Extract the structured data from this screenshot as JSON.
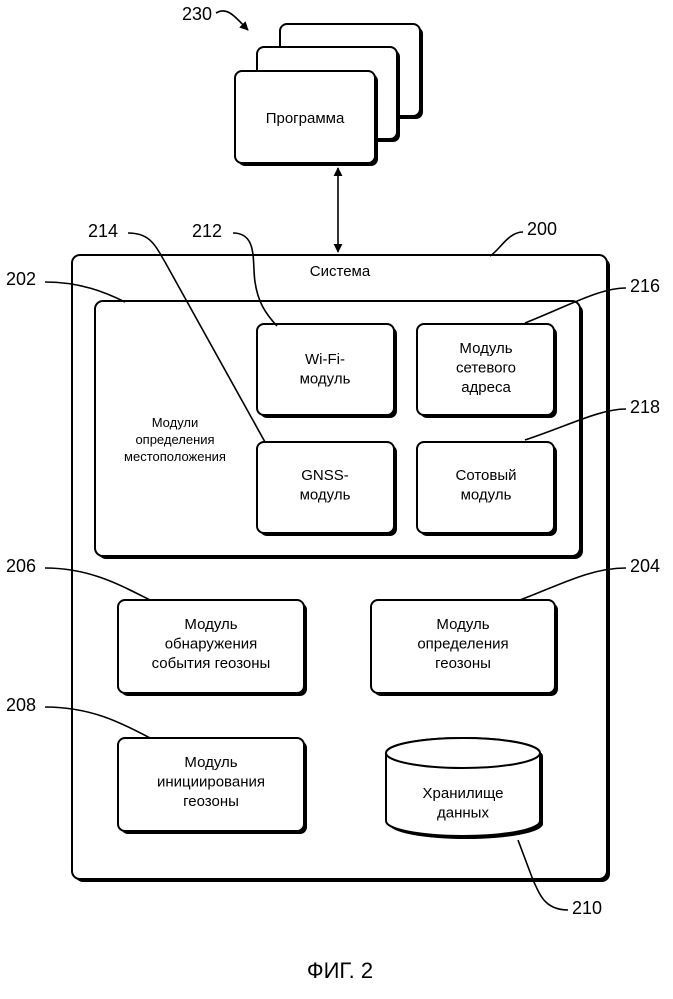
{
  "program": {
    "label": [
      "Программа"
    ],
    "ref": "230"
  },
  "system": {
    "label": "Система",
    "ref": "200"
  },
  "location_modules": {
    "label": [
      "Модули",
      "определения",
      "местоположения"
    ],
    "ref": "202",
    "wifi": {
      "label": [
        "Wi-Fi-",
        "модуль"
      ],
      "ref": "212"
    },
    "gnss": {
      "label": [
        "GNSS-",
        "модуль"
      ],
      "ref": "214"
    },
    "network_address": {
      "label": [
        "Модуль",
        "сетевого",
        "адреса"
      ],
      "ref": "216"
    },
    "cellular": {
      "label": [
        "Сотовый",
        "модуль"
      ],
      "ref": "218"
    }
  },
  "geofence_event_detection": {
    "label": [
      "Модуль",
      "обнаружения",
      "события геозоны"
    ],
    "ref": "206"
  },
  "geofence_determination": {
    "label": [
      "Модуль",
      "определения",
      "геозоны"
    ],
    "ref": "204"
  },
  "geofence_initiation": {
    "label": [
      "Модуль",
      "инициирования",
      "геозоны"
    ],
    "ref": "208"
  },
  "data_storage": {
    "label": [
      "Хранилище",
      "данных"
    ],
    "ref": "210"
  },
  "figure_caption": "ФИГ. 2"
}
